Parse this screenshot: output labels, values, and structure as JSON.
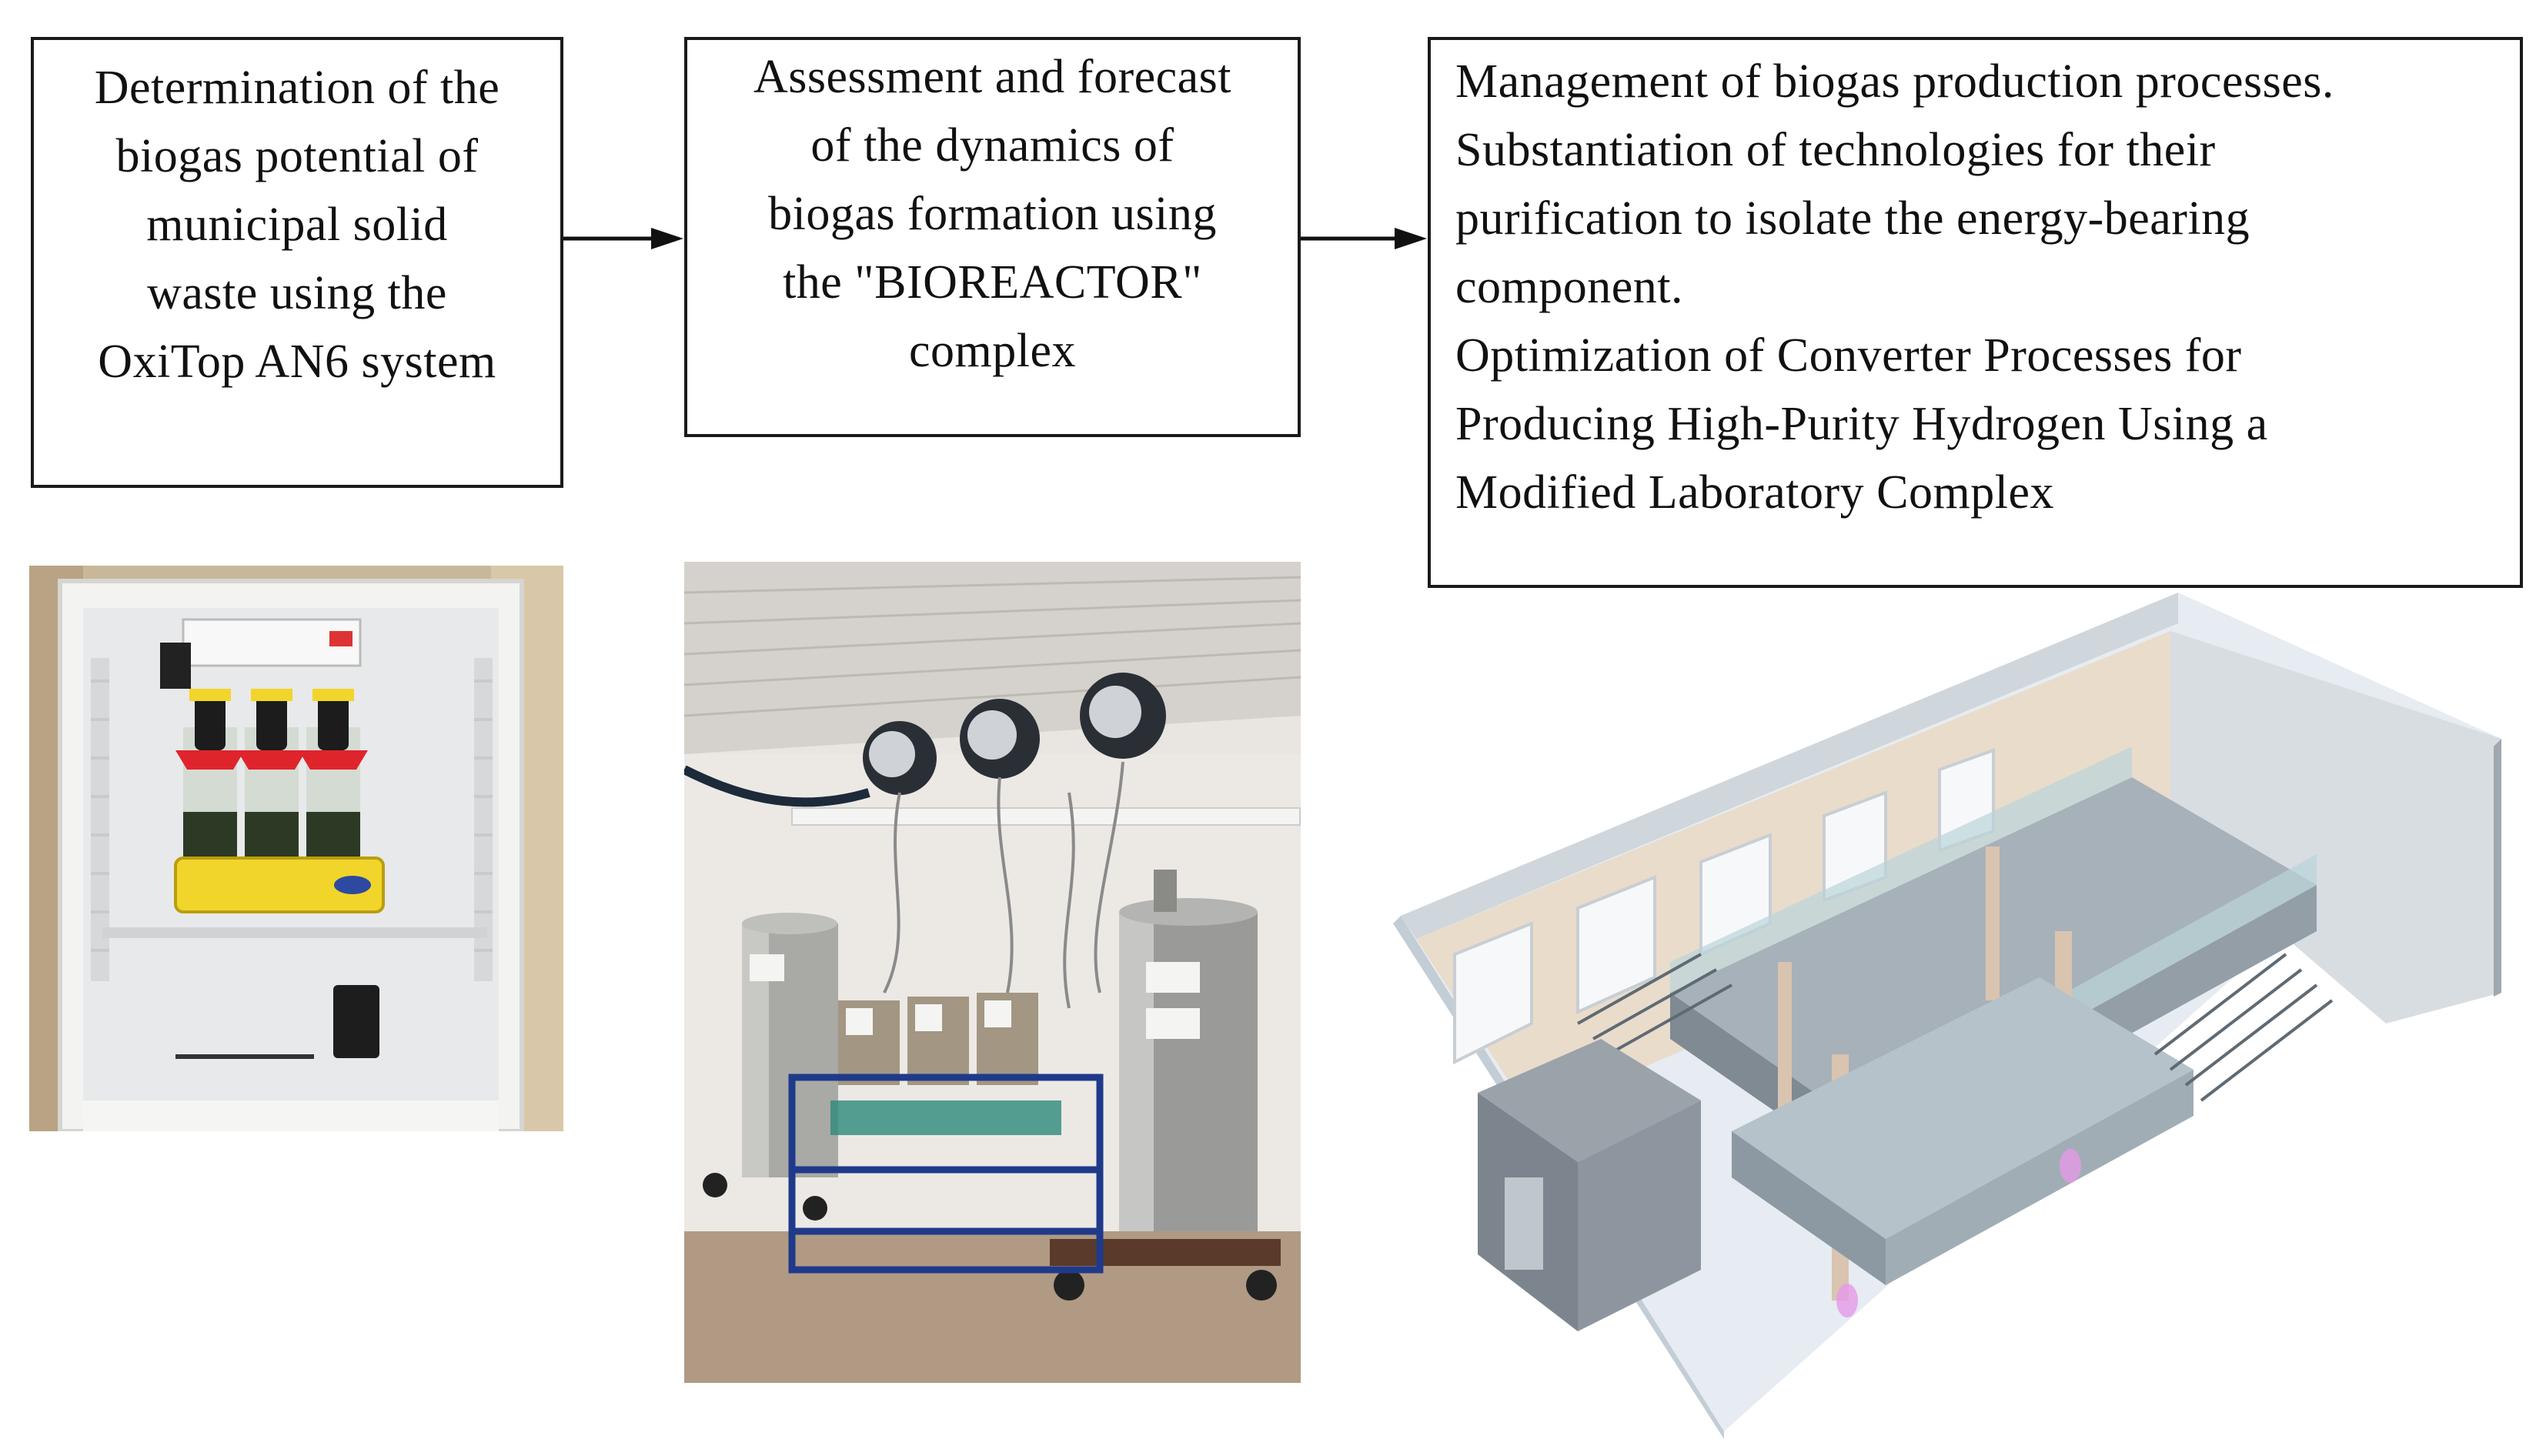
{
  "flow": {
    "step1": {
      "lines": [
        "Determination  of the",
        "biogas potential  of",
        "municipal  solid",
        "waste using the",
        "OxiTop AN6 system"
      ]
    },
    "step2": {
      "lines": [
        "Assessment and  forecast",
        "of the dynamics of",
        "biogas formation using",
        "the \"BIOREACTOR\"",
        "complex"
      ]
    },
    "step3": {
      "lines": [
        "Management of biogas production processes.",
        "Substantiation  of technologies  for their",
        "purification  to isolate the energy-bearing",
        "component.",
        "Optimization  of Converter Processes for",
        "Producing High-Purity Hydrogen Using a",
        "Modified Laboratory  Complex"
      ]
    }
  },
  "images": {
    "photo1": "oxitop-incubator-photo",
    "photo2": "bioreactor-complex-photo",
    "render3": "laboratory-complex-3d-render"
  },
  "colors": {
    "border": "#1a1a1a",
    "arrow": "#111111",
    "oxitop_tray": "#f2d52a",
    "oxitop_caps": "#e0242c",
    "bioreactor_cart": "#1f3a8a",
    "lab_walls": "#e9dccb"
  }
}
